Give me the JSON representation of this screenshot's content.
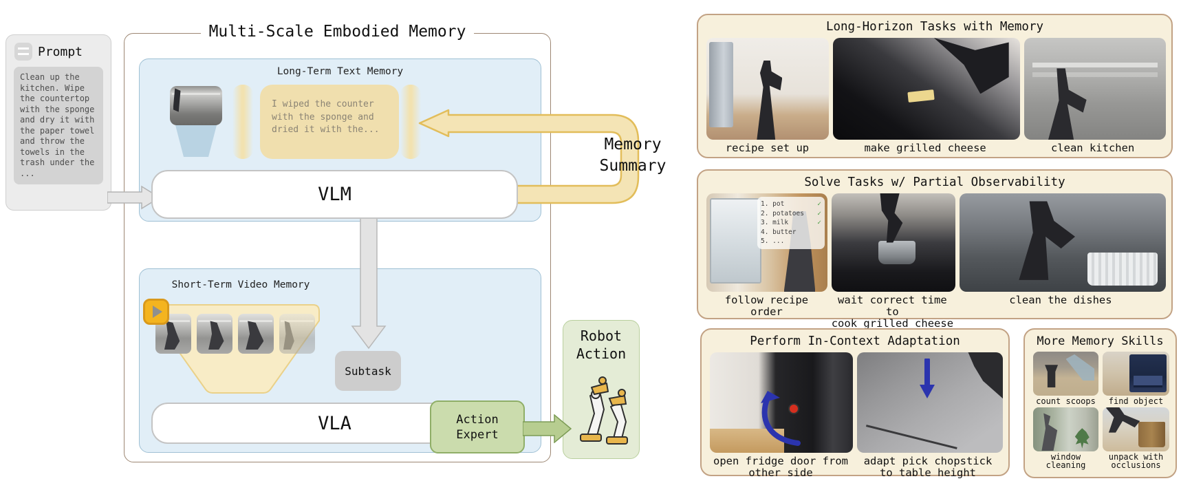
{
  "diagram": {
    "title": "Multi-Scale Embodied Memory",
    "prompt": {
      "label": "Prompt",
      "text": "Clean up the\nkitchen. Wipe\nthe countertop\nwith the sponge\nand dry it with\nthe paper towel\nand throw the\ntowels in the\ntrash under the\n..."
    },
    "long_term": {
      "label": "Long-Term Text Memory",
      "memory_text": "I wiped the counter\nwith the sponge and\ndried it with the...",
      "vlm": "VLM"
    },
    "short_term": {
      "label": "Short-Term Video Memory",
      "vla": "VLA",
      "subtask": "Subtask",
      "action_expert": "Action\nExpert"
    },
    "memory_summary": "Memory\nSummary",
    "robot_action": "Robot\nAction"
  },
  "panels": {
    "long_horizon": {
      "title": "Long-Horizon Tasks with Memory",
      "captions": [
        "recipe set up",
        "make grilled cheese",
        "clean kitchen"
      ]
    },
    "partial_obs": {
      "title": "Solve Tasks w/ Partial Observability",
      "captions": [
        "follow recipe order",
        "wait correct time to\ncook grilled cheese",
        "clean the dishes"
      ],
      "checklist": {
        "items": [
          {
            "text": "1. pot",
            "check": "✓"
          },
          {
            "text": "2. potatoes",
            "check": "✓"
          },
          {
            "text": "3. milk",
            "check": "✓"
          },
          {
            "text": "4. butter",
            "check": ""
          },
          {
            "text": "5. ...",
            "check": ""
          }
        ]
      }
    },
    "adaptation": {
      "title": "Perform In-Context Adaptation",
      "captions": [
        "open fridge door from\nother side",
        "adapt pick chopstick\nto table height"
      ]
    },
    "skills": {
      "title": "More Memory Skills",
      "captions": [
        "count scoops",
        "find object",
        "window\ncleaning",
        "unpack with\nocclusions"
      ]
    }
  },
  "colors": {
    "memory_yellow_fill": "#f4e4b5",
    "memory_yellow_border": "#e2bd5a",
    "note_yellow": "#f0dfae",
    "light_blue_fill": "#e1eef7",
    "light_blue_border": "#9fc0d4",
    "thumb_tail_blue": "#b9d3e3",
    "green_fill": "#cbdcad",
    "green_border": "#8fae67",
    "robot_box_green": "#e4ecd6",
    "panel_bg": "#f7f0dc",
    "panel_border": "#c2a284",
    "gray_arrow": "#e6e6e6",
    "play_orange": "#f4b41f",
    "check_green": "#4a9e45",
    "annotation_blue": "#2b34ae"
  }
}
